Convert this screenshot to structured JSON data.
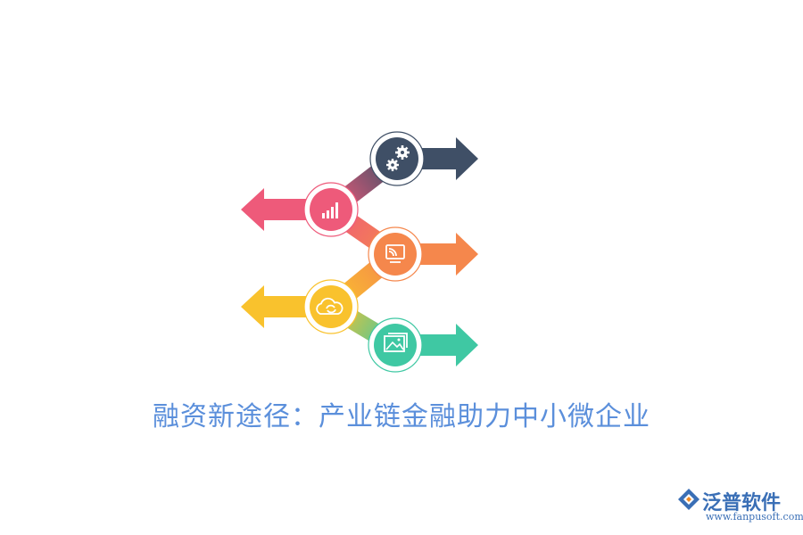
{
  "title": "融资新途径：产业链金融助力中小微企业",
  "logo": {
    "brand": "泛普软件",
    "url": "www.fanpusoft.com"
  },
  "steps": [
    {
      "icon": "gears-icon",
      "color": "#3f4f66",
      "direction": "right"
    },
    {
      "icon": "bar-chart-icon",
      "color": "#ee5a7a",
      "direction": "left"
    },
    {
      "icon": "screen-cast-icon",
      "color": "#f5874c",
      "direction": "right"
    },
    {
      "icon": "cloud-sync-icon",
      "color": "#f9c22d",
      "direction": "left"
    },
    {
      "icon": "image-gallery-icon",
      "color": "#3fc8a3",
      "direction": "right"
    }
  ]
}
